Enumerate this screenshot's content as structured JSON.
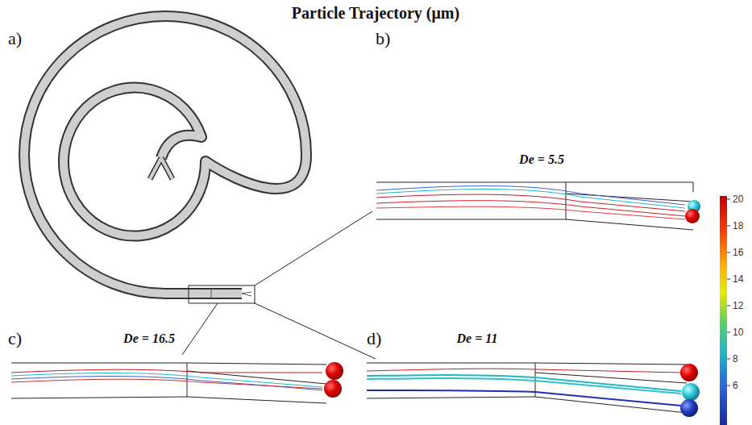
{
  "diagram": {
    "title": "Particle Trajectory (μm)",
    "labels": [
      "a)",
      "b)",
      "c)",
      "d)",
      "De = 5.5",
      "De = 16.5",
      "De = 11",
      "20",
      "18",
      "16",
      "14",
      "12",
      "10",
      "8",
      "6"
    ]
  }
}
